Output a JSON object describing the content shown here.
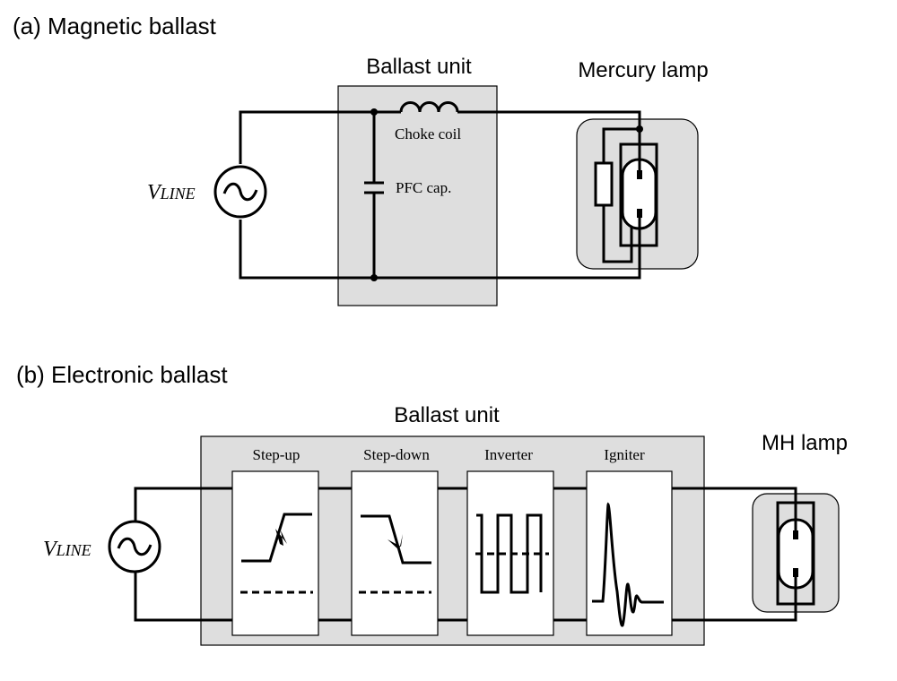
{
  "panel_a": {
    "title": "(a) Magnetic ballast",
    "source_label_main": "V",
    "source_label_sub": "LINE",
    "ballast_title": "Ballast unit",
    "lamp_title": "Mercury lamp",
    "choke_label": "Choke coil",
    "cap_label": "PFC cap."
  },
  "panel_b": {
    "title": "(b) Electronic ballast",
    "source_label_main": "V",
    "source_label_sub": "LINE",
    "ballast_title": "Ballast unit",
    "lamp_title": "MH lamp",
    "stages": [
      {
        "label": "Step-up",
        "icon": "step-up-waveform-icon"
      },
      {
        "label": "Step-down",
        "icon": "step-down-waveform-icon"
      },
      {
        "label": "Inverter",
        "icon": "square-wave-icon"
      },
      {
        "label": "Igniter",
        "icon": "ignition-pulse-icon"
      }
    ]
  }
}
